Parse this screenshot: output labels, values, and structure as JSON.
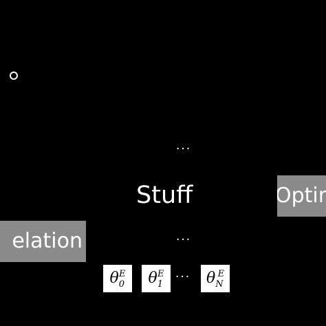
{
  "diagram": {
    "stuff_label": "Stuff",
    "left_box_label": "elation",
    "right_box_label": "Optir",
    "ellipsis": "···",
    "params": [
      {
        "base": "θ",
        "sub": "0",
        "sup": "E"
      },
      {
        "base": "θ",
        "sub": "1",
        "sup": "E"
      },
      {
        "base": "θ",
        "sub": "N",
        "sup": "E"
      }
    ]
  },
  "colors": {
    "background": "#000000",
    "box_grey": "#8a8a8a",
    "text": "#ffffff",
    "param_box": "#ffffff"
  }
}
